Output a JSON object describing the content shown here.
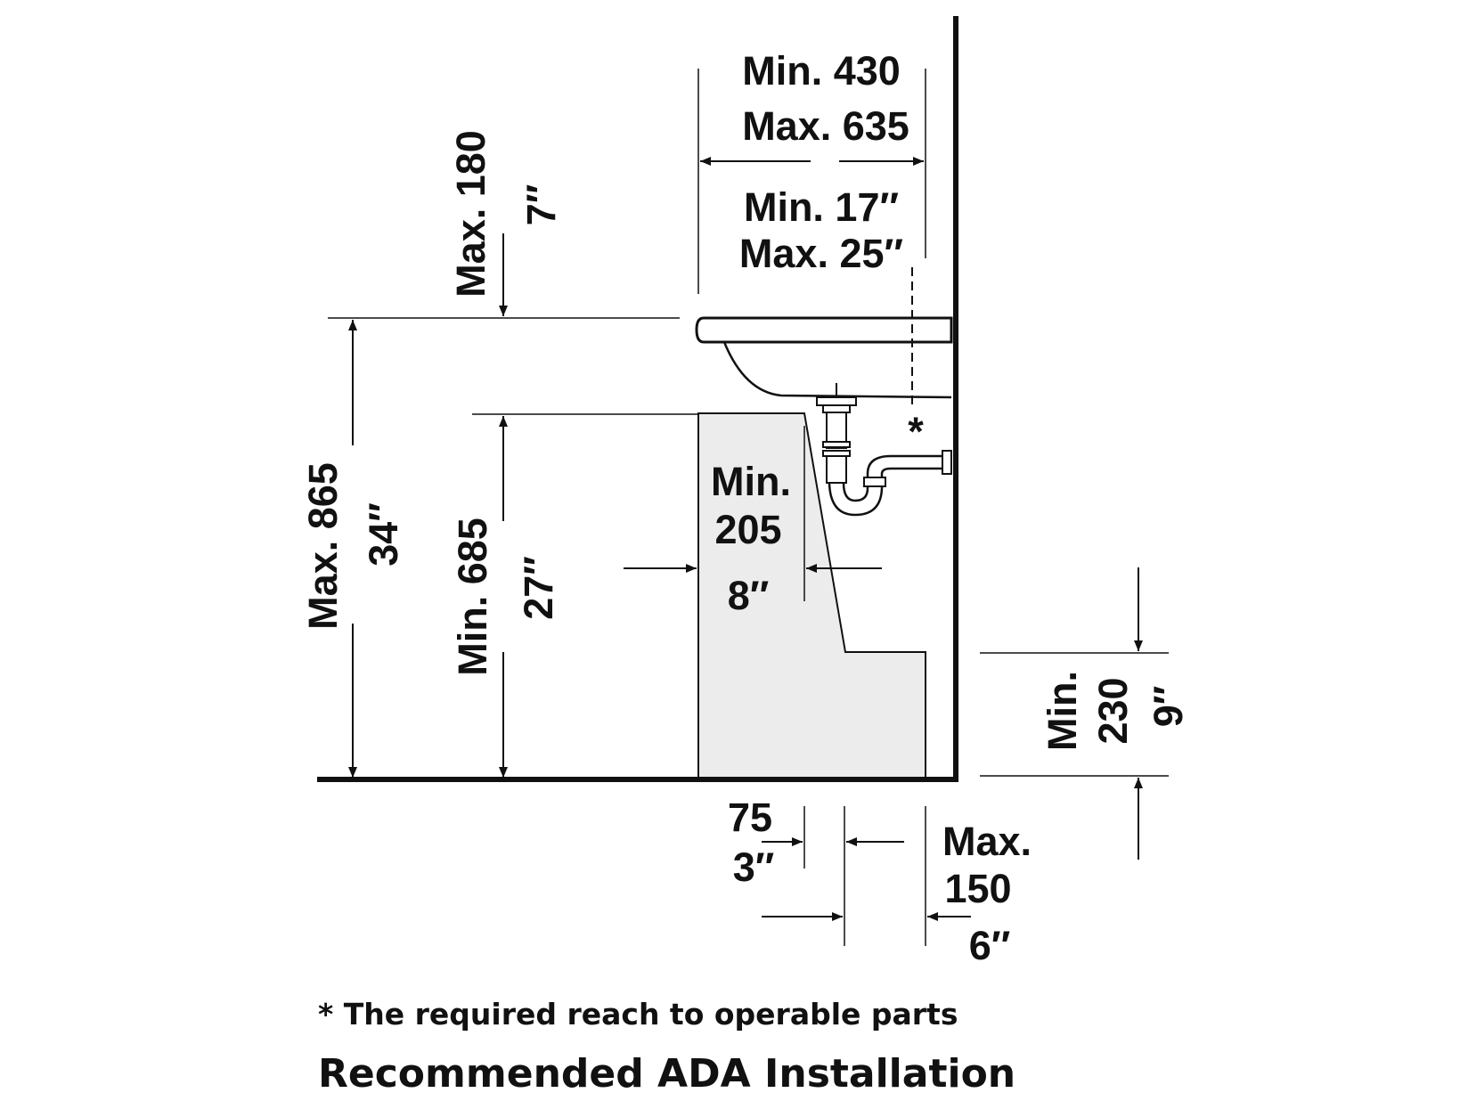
{
  "labels": {
    "top_min_mm": "Min. 430",
    "top_max_mm": "Max. 635",
    "top_min_in": "Min. 17″",
    "top_max_in": "Max. 25″",
    "above_rim_mm": "Max. 180",
    "above_rim_in": "7″",
    "rim_height_mm": "Max. 865",
    "rim_height_in": "34″",
    "knee_height_mm": "Min. 685",
    "knee_height_in": "27″",
    "knee_depth_min": "Min.",
    "knee_depth_mm": "205",
    "knee_depth_in": "8″",
    "toe_height_min": "Min.",
    "toe_height_mm": "230",
    "toe_height_in": "9″",
    "toe_step_mm": "75",
    "toe_step_in": "3″",
    "toe_depth_max": "Max.",
    "toe_depth_mm": "150",
    "toe_depth_in": "6″",
    "asterisk": "*"
  },
  "footnote": "* The required reach to operable parts",
  "title": "Recommended ADA Installation",
  "colors": {
    "ink": "#111111",
    "clearance_fill": "#ececec"
  }
}
